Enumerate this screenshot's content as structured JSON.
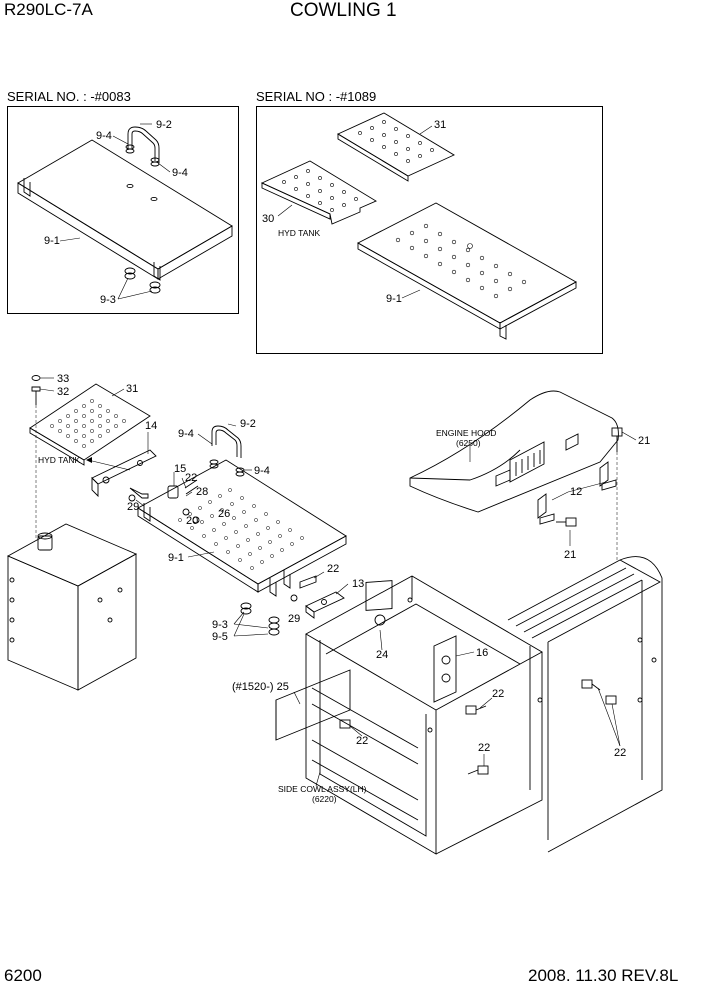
{
  "header": {
    "model": "R290LC-7A",
    "title": "COWLING 1"
  },
  "panels": {
    "left_serial": "SERIAL NO. : -#0083",
    "right_serial": "SERIAL NO : -#1089"
  },
  "labels": {
    "l_9_2": "9-2",
    "l_9_4a": "9-4",
    "l_9_4b": "9-4",
    "l_9_1": "9-1",
    "l_9_3": "9-3",
    "r_31": "31",
    "r_30": "30",
    "r_hyd": "HYD TANK",
    "r_9_1": "9-1",
    "m_33": "33",
    "m_32": "32",
    "m_31": "31",
    "m_14": "14",
    "m_hyd": "HYD TANK",
    "m_9_4a": "9-4",
    "m_9_2": "9-2",
    "m_9_4b": "9-4",
    "m_15": "15",
    "m_22a": "22",
    "m_28": "28",
    "m_29a": "29",
    "m_20": "20",
    "m_26": "26",
    "m_9_1": "9-1",
    "m_22b": "22",
    "m_13": "13",
    "m_29b": "29",
    "m_9_3": "9-3",
    "m_9_5": "9-5",
    "m_24": "24",
    "m_16": "16",
    "m_25": "(#1520-) 25",
    "m_22c": "22",
    "m_22d": "22",
    "m_22e": "22",
    "m_22f": "22",
    "engine_hood": "ENGINE HOOD",
    "engine_hood_no": "(6250)",
    "m_21a": "21",
    "m_12": "12",
    "m_21b": "21",
    "side_cowl": "SIDE COWL ASSY(LH)",
    "side_cowl_no": "(6220)"
  },
  "footer": {
    "page": "6200",
    "date_rev": "2008. 11.30  REV.8L"
  }
}
